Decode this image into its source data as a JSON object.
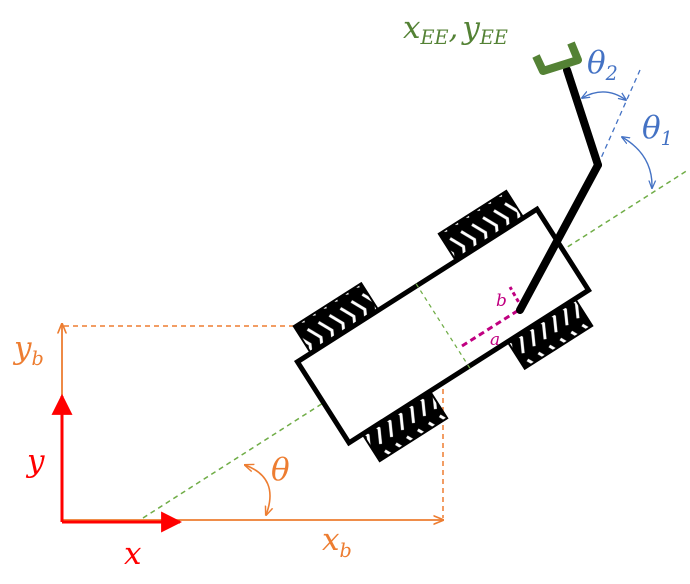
{
  "colors": {
    "world": "#ff0000",
    "base": "#ed7d31",
    "arm_angle": "#4472c4",
    "offset": "#c00080",
    "end_effector": "#548235",
    "heading": "#70ad47",
    "body": "#000000"
  },
  "labels": {
    "end_effector": {
      "x": "x",
      "x_sub": "EE",
      "sep": ",",
      "y": "y",
      "y_sub": "EE"
    },
    "theta2": {
      "base": "θ",
      "sub": "2"
    },
    "theta1": {
      "base": "θ",
      "sub": "1"
    },
    "yb": {
      "base": "y",
      "sub": "b"
    },
    "y": "y",
    "x": "x",
    "xb": {
      "base": "x",
      "sub": "b"
    },
    "theta": "θ",
    "a": "a",
    "b": "b"
  }
}
